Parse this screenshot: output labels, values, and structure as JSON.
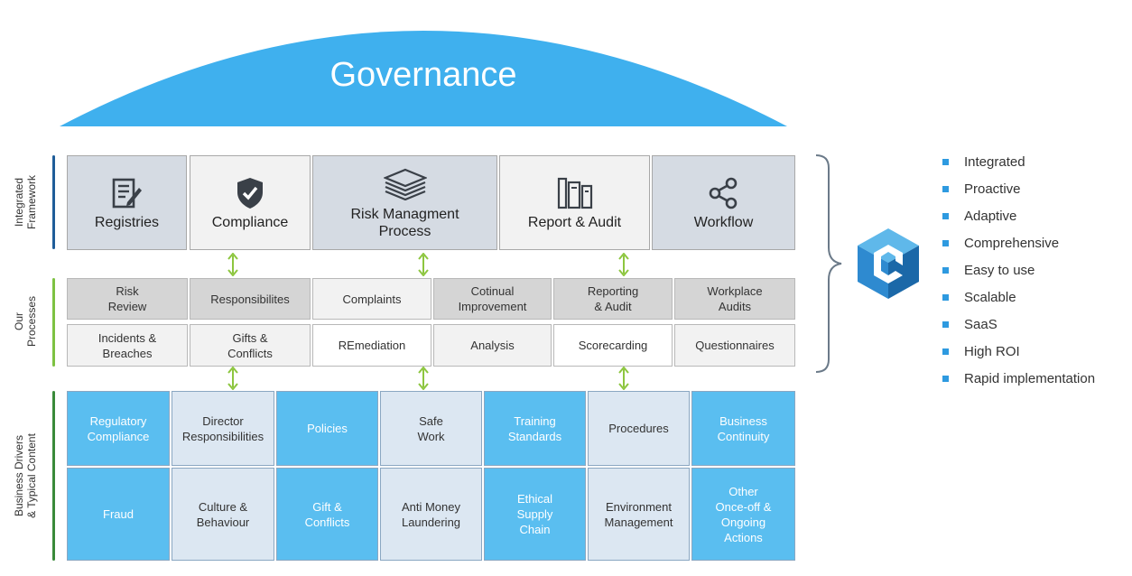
{
  "governance": {
    "title": "Governance"
  },
  "sections": {
    "framework": "Integrated\nFramework",
    "processes": "Our\nProcesses",
    "drivers": "Business Drivers\n& Typical Content"
  },
  "framework": [
    {
      "label": "Registries",
      "icon": "registry-icon"
    },
    {
      "label": "Compliance",
      "icon": "shield-check-icon"
    },
    {
      "label": "Risk Managment\nProcess",
      "icon": "layers-icon"
    },
    {
      "label": "Report & Audit",
      "icon": "binders-icon"
    },
    {
      "label": "Workflow",
      "icon": "share-icon"
    }
  ],
  "processes_row1": [
    "Risk\nReview",
    "Responsibilites",
    "Complaints",
    "Cotinual\nImprovement",
    "Reporting\n& Audit",
    "Workplace\nAudits"
  ],
  "processes_row2": [
    "Incidents &\nBreaches",
    "Gifts &\nConflicts",
    "REmediation",
    "Analysis",
    "Scorecarding",
    "Questionnaires"
  ],
  "drivers_row1": [
    "Regulatory\nCompliance",
    "Director\nResponsibilities",
    "Policies",
    "Safe\nWork",
    "Training\nStandards",
    "Procedures",
    "Business\nContinuity"
  ],
  "drivers_row2": [
    "Fraud",
    "Culture &\nBehaviour",
    "Gift &\nConflicts",
    "Anti Money\nLaundering",
    "Ethical\nSupply\nChain",
    "Environment\nManagement",
    "Other\nOnce-off &\nOngoing\nActions"
  ],
  "benefits": [
    "Integrated",
    "Proactive",
    "Adaptive",
    "Comprehensive",
    "Easy to use",
    "Scalable",
    "SaaS",
    "High ROI",
    "Rapid implementation"
  ],
  "colors": {
    "accent": "#3fb0ee",
    "framework_bar": "#1f5d99",
    "process_bar": "#7dc242",
    "driver_bar": "#3a8a3a",
    "arrow": "#8dc63f"
  }
}
